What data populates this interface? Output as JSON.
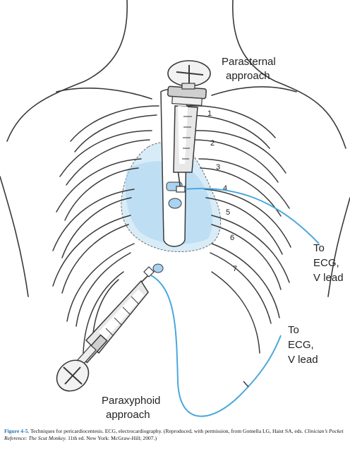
{
  "labels": {
    "parasternal_line1": "Parasternal",
    "parasternal_line2": "approach",
    "paraxyphoid_line1": "Paraxyphoid",
    "paraxyphoid_line2": "approach",
    "ecg_upper_1": "To",
    "ecg_upper_2": "ECG,",
    "ecg_upper_3": "V lead",
    "ecg_lower_1": "To",
    "ecg_lower_2": "ECG,",
    "ecg_lower_3": "V lead"
  },
  "rib_numbers": [
    "1",
    "2",
    "3",
    "4",
    "5",
    "6",
    "7"
  ],
  "caption": {
    "figure_number": "Figure 4-5.",
    "text_1": " Techniques for pericardiocentesis. ECG, electrocardiography. (Reproduced, with permission, from Gomella LG, Haist SA, eds. ",
    "book_title": "Clinician’s Pocket Reference: The Scut Monkey.",
    "text_2": " 11th ed. New York: McGraw-Hill; 2007.)"
  },
  "colors": {
    "line": "#3a3a3a",
    "pericardium_fill": "#cfe6f5",
    "heart_blue": "#a9d3f0",
    "ecg_wire": "#4aa8dc",
    "caption_accent": "#1e73b8"
  }
}
